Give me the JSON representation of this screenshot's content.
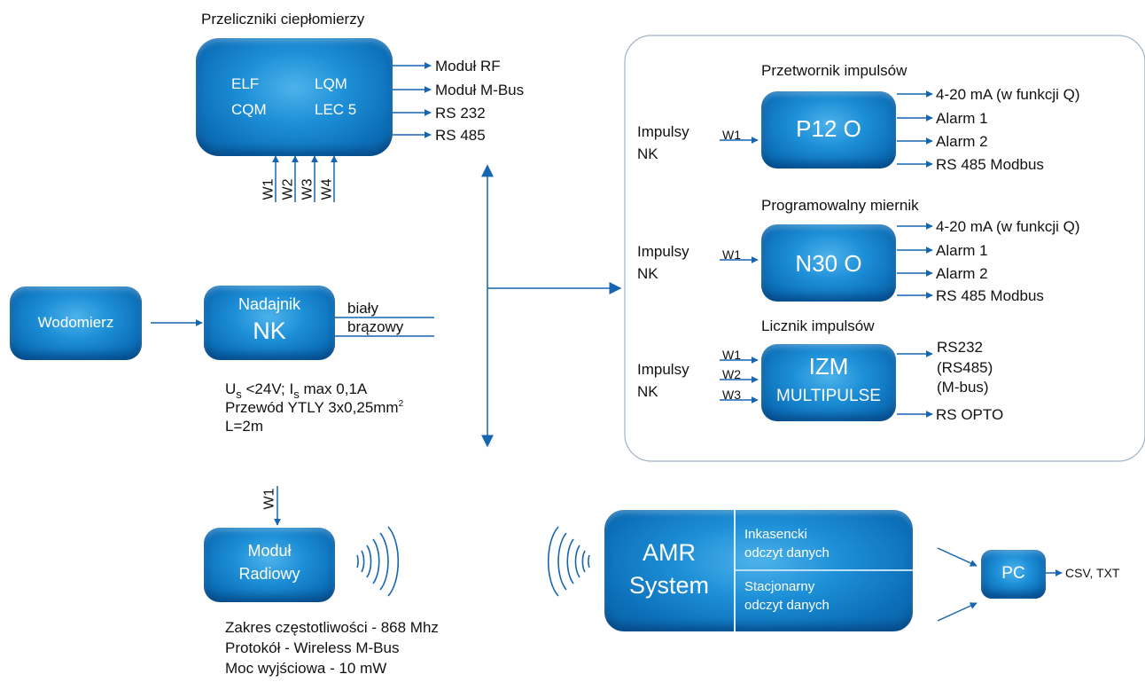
{
  "heat_converters": {
    "title": "Przeliczniki ciepłomierzy",
    "models": [
      "ELF",
      "LQM",
      "CQM",
      "LEC 5"
    ],
    "outputs": [
      "Moduł RF",
      "Moduł M-Bus",
      "RS 232",
      "RS 485"
    ],
    "inputs": [
      "W1",
      "W2",
      "W3",
      "W4"
    ]
  },
  "water_meter": {
    "label": "Wodomierz"
  },
  "transmitter": {
    "label_top": "Nadajnik",
    "label_main": "NK",
    "wire_white": "biały",
    "wire_brown": "brązowy",
    "spec_u": "U",
    "spec_u_sub": "s",
    "spec_u_rest": " <24V; I",
    "spec_i_sub": "s",
    "spec_i_rest": " max 0,1A",
    "spec_cable": "Przewód YTLY 3x0,25mm",
    "spec_cable_sup": "2",
    "spec_length": "L=2m"
  },
  "pulse_converter": {
    "title": "Przetwornik impulsów",
    "device": "P12 O",
    "input_label_1": "Impulsy",
    "input_label_2": "NK",
    "input": "W1",
    "outputs": [
      "4-20 mA (w funkcji Q)",
      "Alarm 1",
      "Alarm 2",
      "RS 485 Modbus"
    ]
  },
  "programmable_meter": {
    "title": "Programowalny miernik",
    "device": "N30 O",
    "input_label_1": "Impulsy",
    "input_label_2": "NK",
    "input": "W1",
    "outputs": [
      "4-20 mA (w funkcji Q)",
      "Alarm 1",
      "Alarm 2",
      "RS 485 Modbus"
    ]
  },
  "pulse_counter": {
    "title": "Licznik impulsów",
    "device_1": "IZM",
    "device_2": "MULTIPULSE",
    "input_label_1": "Impulsy",
    "input_label_2": "NK",
    "inputs": [
      "W1",
      "W2",
      "W3"
    ],
    "outputs": [
      "RS232",
      "(RS485)",
      "(M-bus)",
      "RS OPTO"
    ]
  },
  "radio_module": {
    "input": "W1",
    "label_1": "Moduł",
    "label_2": "Radiowy",
    "specs": [
      "Zakres częstotliwości - 868 Mhz",
      "Protokół - Wireless M-Bus",
      "Moc wyjściowa - 10 mW"
    ]
  },
  "amr": {
    "label_1": "AMR",
    "label_2": "System",
    "mode_1a": "Inkasencki",
    "mode_1b": "odczyt danych",
    "mode_2a": "Stacjonarny",
    "mode_2b": "odczyt danych"
  },
  "pc": {
    "label": "PC",
    "output": "CSV, TXT"
  },
  "colors": {
    "arrow": "#1565b0",
    "box_dark": "#0a5f9f",
    "box_light": "#4db2ea",
    "panel_border": "#9fb3c8"
  }
}
